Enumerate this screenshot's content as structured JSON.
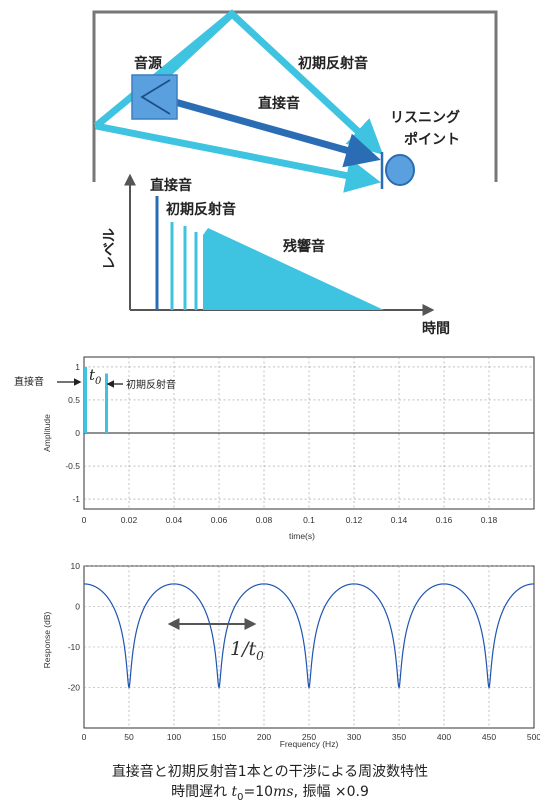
{
  "colors": {
    "reflection": "#3ec3e0",
    "direct": "#2a6db5",
    "source_box": "#5ba0de",
    "plot_line": "#1f55b0"
  },
  "room": {
    "source_label": "音源",
    "direct_label": "直接音",
    "early_reflection_label": "初期反射音",
    "listening_point_label": [
      "リスニング",
      "ポイント"
    ]
  },
  "level_chart": {
    "ylabel": "レベル",
    "xlabel": "時間",
    "direct_label": "直接音",
    "early_label": "初期反射音",
    "reverb_label": "残響音"
  },
  "chart_data": [
    {
      "type": "line",
      "title": "",
      "xlabel": "time(s)",
      "ylabel": "Amplitude",
      "xlim": [
        0,
        0.2
      ],
      "ylim": [
        -1.15,
        1.15
      ],
      "xticks": [
        "0",
        "0.02",
        "0.04",
        "0.06",
        "0.08",
        "0.1",
        "0.12",
        "0.14",
        "0.16",
        "0.18"
      ],
      "yticks": [
        "1",
        "0.5",
        "0",
        "-0.5",
        "-1"
      ],
      "grid": true,
      "impulses": [
        {
          "t": 0.0,
          "amplitude": 1.0
        },
        {
          "t": 0.01,
          "amplitude": 0.9
        }
      ],
      "annotations": {
        "direct": "直接音",
        "early": "初期反射音",
        "delay": "t",
        "delay_sub": "0"
      }
    },
    {
      "type": "line",
      "title": "",
      "xlabel": "Frequency (Hz)",
      "ylabel": "Response (dB)",
      "xlim": [
        0,
        500
      ],
      "ylim": [
        -30,
        10
      ],
      "xticks": [
        "0",
        "50",
        "100",
        "150",
        "200",
        "250",
        "300",
        "350",
        "400",
        "450",
        "500"
      ],
      "yticks": [
        "10",
        "0",
        "-10",
        "-20"
      ],
      "grid": true,
      "series": [
        {
          "formula": "20*log10(|1 + 0.9*exp(-j*2*pi*f*0.01)|)",
          "delay_s": 0.01,
          "gain": 0.9,
          "peak_db": 5.6,
          "notch_db": -20,
          "notch_hz": [
            50,
            150,
            250,
            350,
            450
          ]
        }
      ],
      "annotations": {
        "period_prefix": "1/",
        "period_var": "t",
        "period_sub": "0"
      }
    }
  ],
  "caption": {
    "line1": "直接音と初期反射音1本との干渉による周波数特性",
    "line2_prefix": "時間遅れ ",
    "line2_var": "t",
    "line2_sub": "0",
    "line2_rest": "=10",
    "line2_unit": "ms",
    "line2_suffix": ", 振幅 ×0.9"
  }
}
